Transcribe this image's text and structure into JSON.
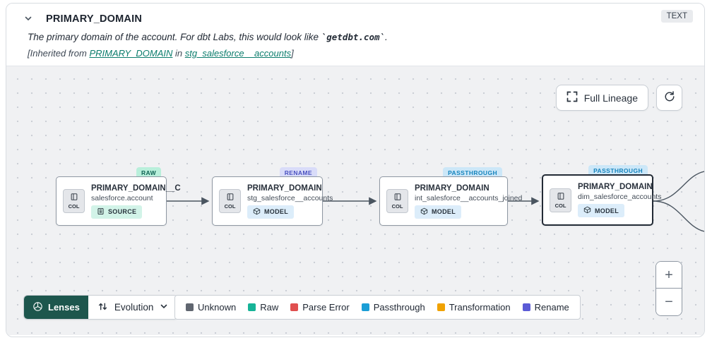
{
  "header": {
    "title": "PRIMARY_DOMAIN",
    "type_badge": "TEXT",
    "description": {
      "prefix": "The primary domain of the account. For dbt Labs, this would look like ",
      "code": "`getdbt.com`",
      "suffix": "."
    },
    "inherited": {
      "prefix": "[Inherited from ",
      "column_link": "PRIMARY_DOMAIN",
      "middle": " in ",
      "model_link": "stg_salesforce__accounts",
      "suffix": "]"
    }
  },
  "canvas": {
    "full_lineage_button": "Full Lineage",
    "col_chip_label": "COL",
    "nodes": [
      {
        "status": "RAW",
        "name": "PRIMARY_DOMAIN__C",
        "table": "salesforce.account",
        "kind": "SOURCE"
      },
      {
        "status": "RENAME",
        "name": "PRIMARY_DOMAIN",
        "table": "stg_salesforce__accounts",
        "kind": "MODEL"
      },
      {
        "status": "PASSTHROUGH",
        "name": "PRIMARY_DOMAIN",
        "table": "int_salesforce__accounts_joined",
        "kind": "MODEL"
      },
      {
        "status": "PASSTHROUGH",
        "name": "PRIMARY_DOMAIN",
        "table": "dim_salesforce_accounts",
        "kind": "MODEL"
      }
    ]
  },
  "footer": {
    "lenses_label": "Lenses",
    "lens_selected": "Evolution",
    "legend": {
      "items": [
        {
          "label": "Unknown",
          "swatch_style": "background:#606670"
        },
        {
          "label": "Raw",
          "swatch_style": "background:#16b397"
        },
        {
          "label": "Parse Error",
          "swatch_style": "background:#e04f4f"
        },
        {
          "label": "Passthrough",
          "swatch_style": "background:#1b9ed6"
        },
        {
          "label": "Transformation",
          "swatch_style": "background:#f0a202"
        },
        {
          "label": "Rename",
          "swatch_style": "background:#5b5bd6"
        }
      ]
    }
  },
  "zoom_controls": {
    "zoom_in": "+",
    "zoom_out": "−"
  },
  "colors": {
    "status_raw_bg": "#b9efdb",
    "status_raw_text": "#0f6354",
    "status_rename_bg": "#d9dcf9",
    "status_rename_text": "#4a51c0",
    "status_passthrough_bg": "#cce7f8",
    "status_passthrough_text": "#1684bd",
    "source_pill_bg": "#d2f3e8",
    "model_pill_bg": "#dcedfa",
    "lenses_button_bg": "#1d564d",
    "link_teal": "#0c7d6d",
    "canvas_bg": "#f0f1f3",
    "edge_color": "#4a5560"
  }
}
